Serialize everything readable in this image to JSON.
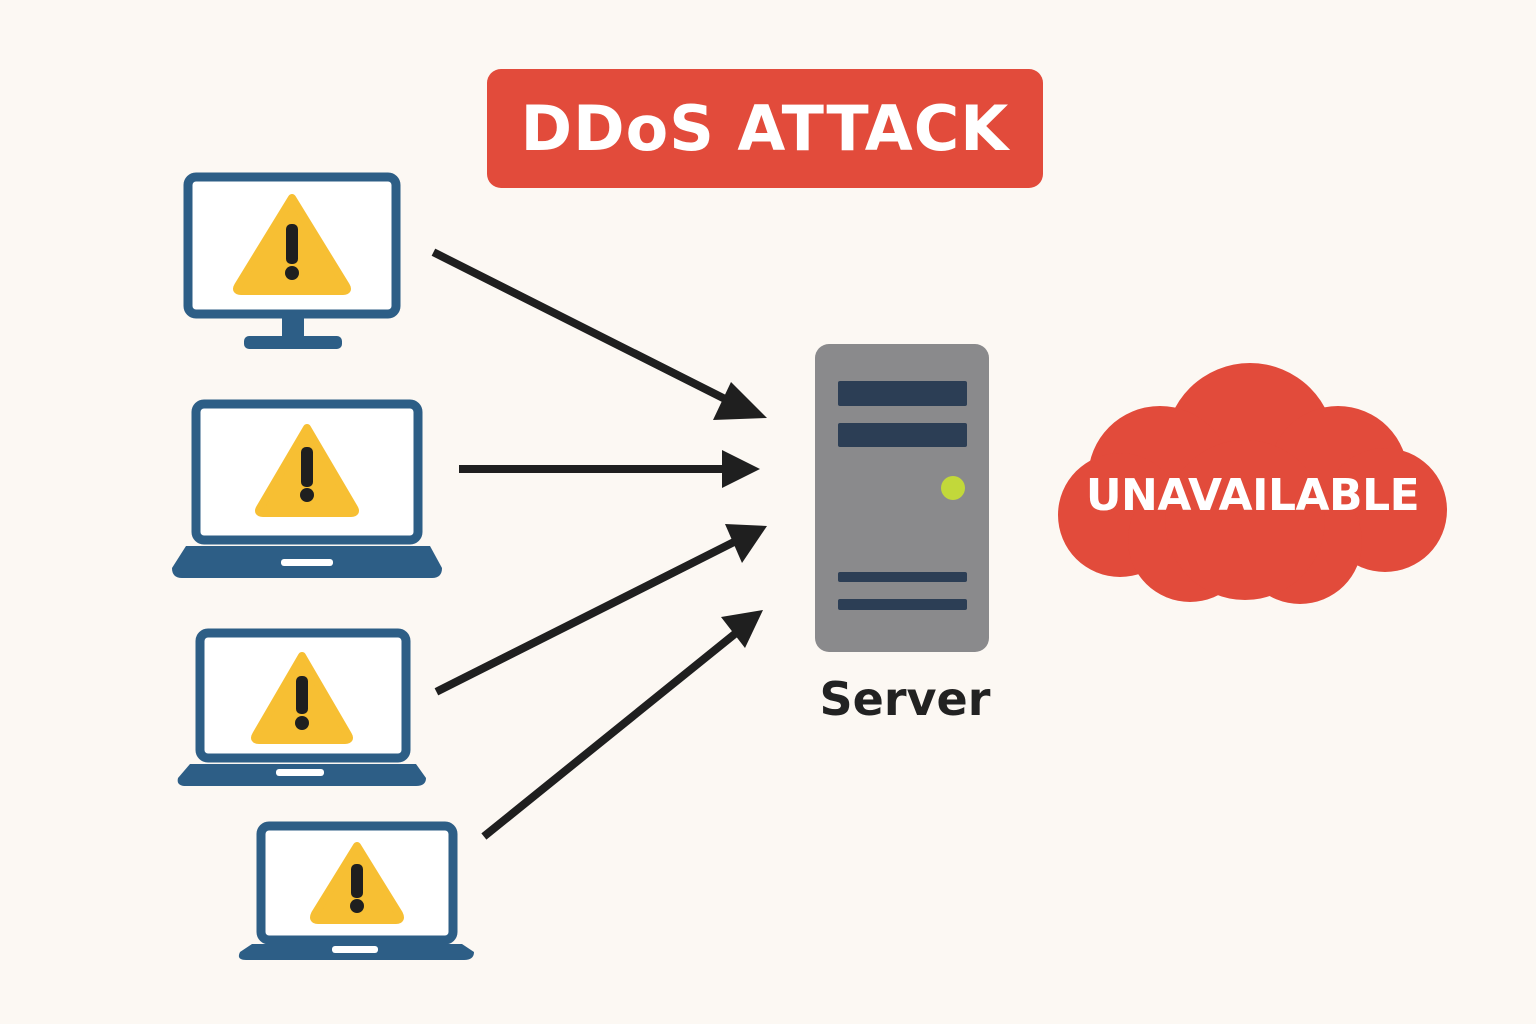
{
  "title": "DDoS ATTACK",
  "server": {
    "label": "Server"
  },
  "cloud": {
    "status_text": "UNAVAILABLE"
  },
  "devices": [
    {
      "type": "desktop",
      "icon": "warning-icon"
    },
    {
      "type": "laptop",
      "icon": "warning-icon"
    },
    {
      "type": "laptop",
      "icon": "warning-icon"
    },
    {
      "type": "laptop",
      "icon": "warning-icon"
    }
  ],
  "colors": {
    "background": "#fcf8f3",
    "alert_red": "#e24b3b",
    "device_blue": "#2d5e86",
    "warning_yellow": "#f7bf33",
    "server_gray": "#8a8a8c",
    "server_slot": "#2c3e55",
    "server_led": "#c2d83a",
    "arrow": "#1f1f1f",
    "text_dark": "#222222"
  }
}
